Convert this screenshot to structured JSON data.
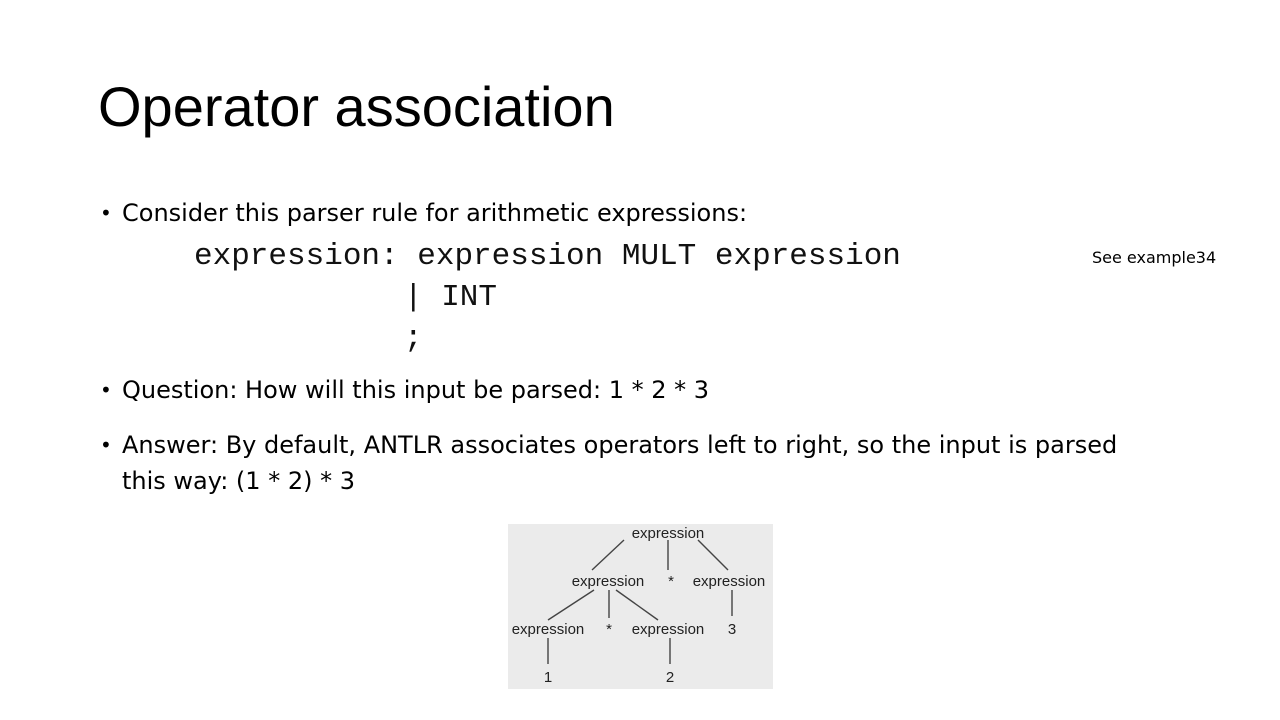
{
  "slide": {
    "title": "Operator association",
    "bullet_1": "Consider this parser rule for arithmetic expressions:",
    "code_line_1": "expression: expression MULT expression",
    "code_line_2": "| INT",
    "code_line_3": ";",
    "side_note": "See example34",
    "bullet_2": "Question: How will this input be parsed: 1 * 2 * 3",
    "bullet_3": "Answer: By default, ANTLR associates operators left to right, so the input is parsed this way: (1 * 2) * 3",
    "bullet_glyph": "•"
  },
  "parse_tree": {
    "root": "expression",
    "left": "expression",
    "op_top": "*",
    "right": "expression",
    "left_left": "expression",
    "op_bottom": "*",
    "left_right": "expression",
    "right_child": "3",
    "leaf_1": "1",
    "leaf_2": "2"
  }
}
